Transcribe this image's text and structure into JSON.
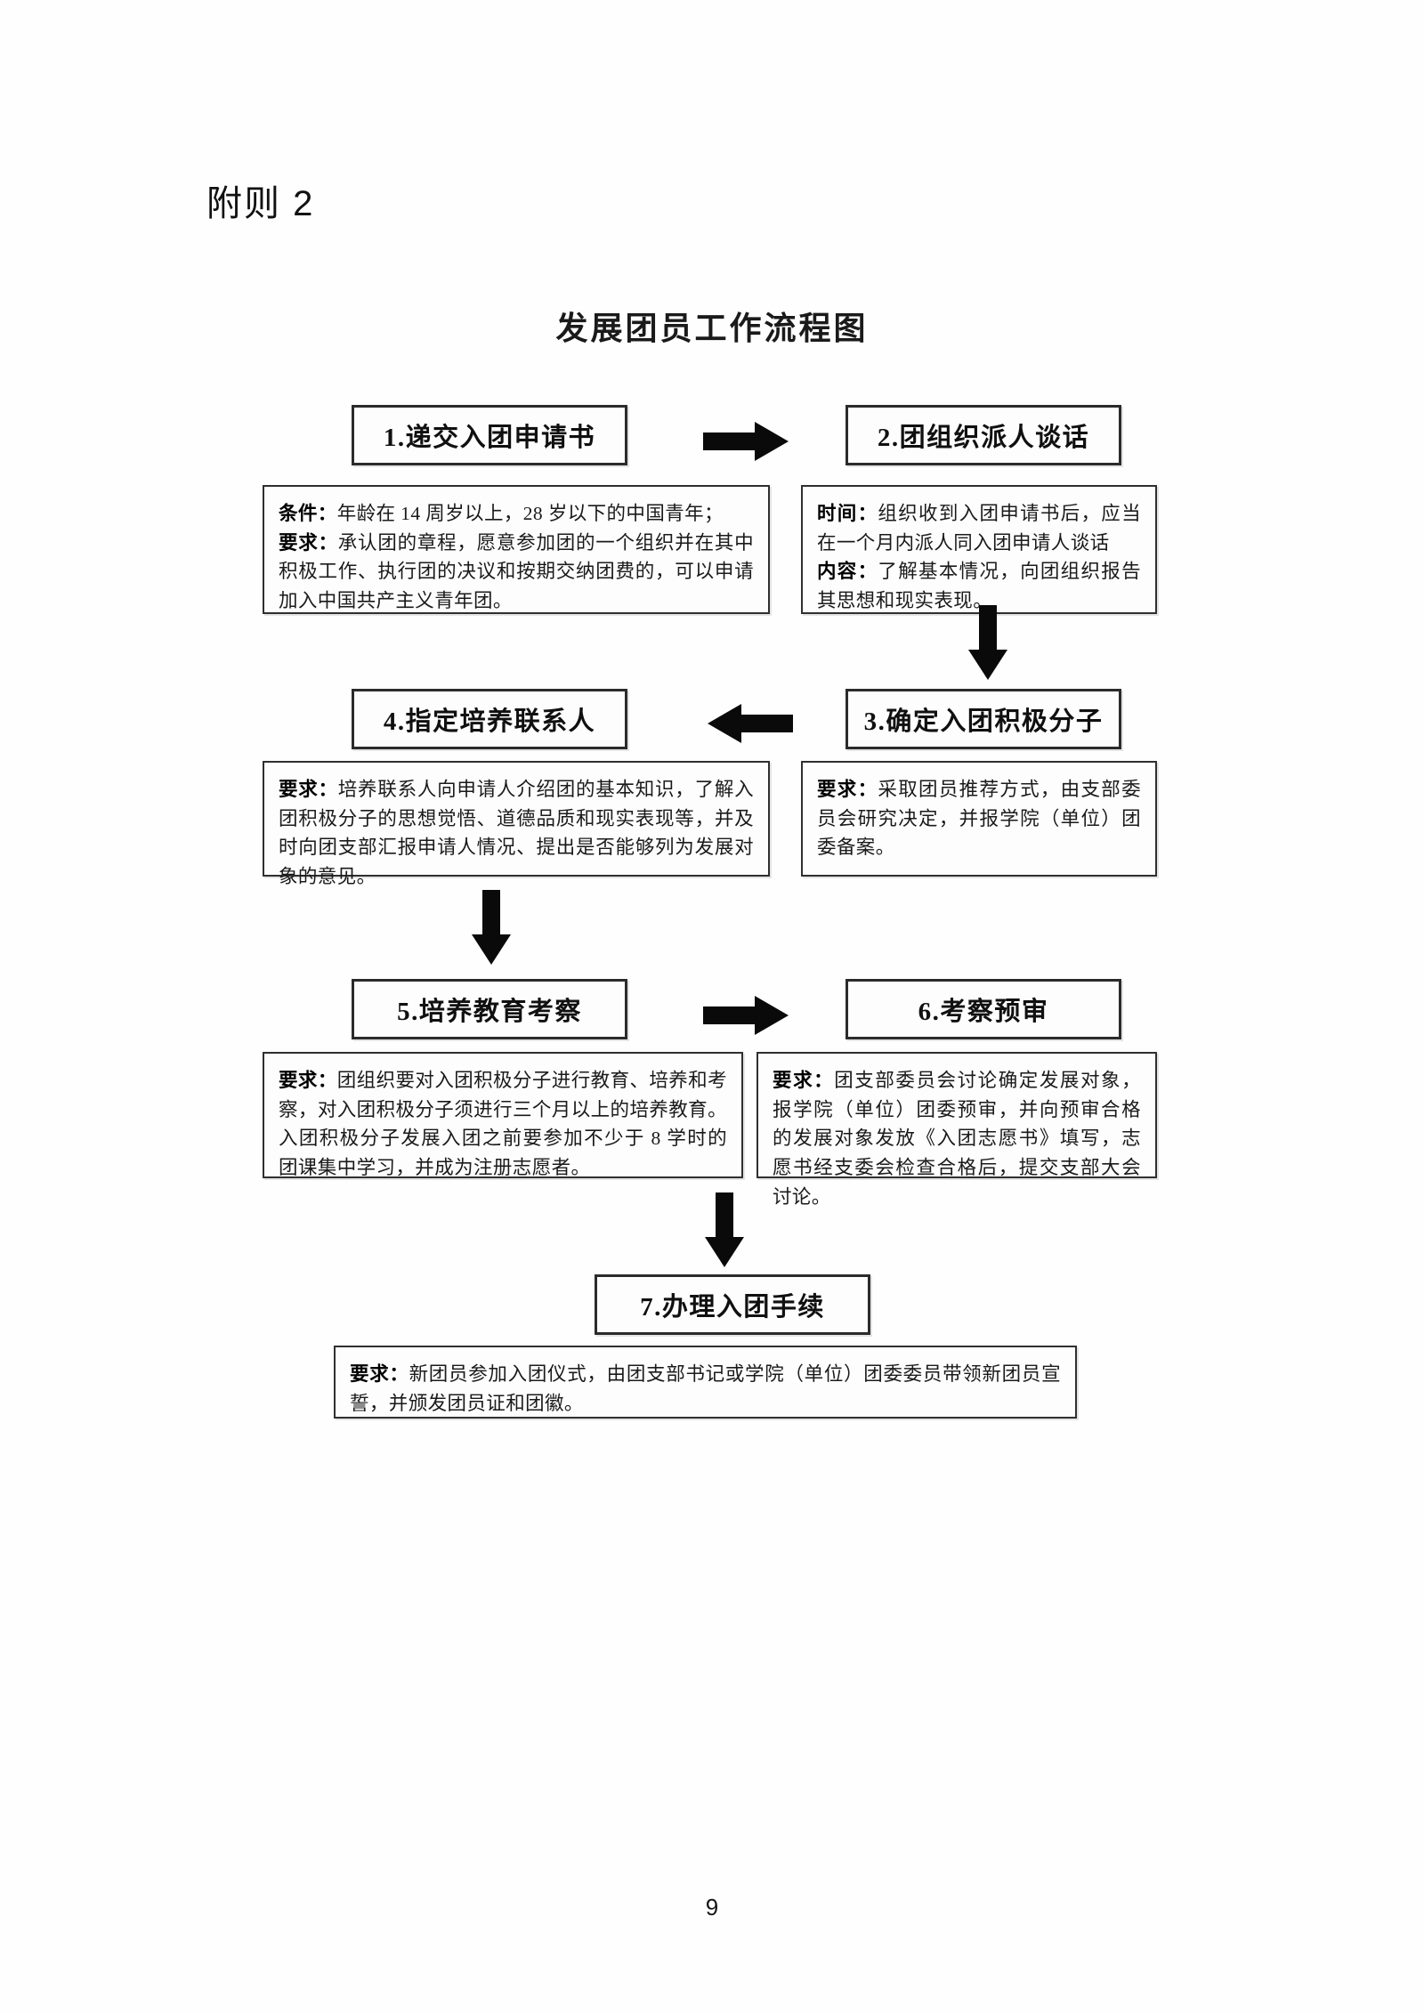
{
  "document": {
    "heading": "附则 2",
    "chart_title": "发展团员工作流程图",
    "page_number": "9"
  },
  "flow": {
    "nodes": [
      {
        "id": "step-1",
        "label": "1.递交入团申请书"
      },
      {
        "id": "step-2",
        "label": "2.团组织派人谈话"
      },
      {
        "id": "step-3",
        "label": "3.确定入团积极分子"
      },
      {
        "id": "step-4",
        "label": "4.指定培养联系人"
      },
      {
        "id": "step-5",
        "label": "5.培养教育考察"
      },
      {
        "id": "step-6",
        "label": "6.考察预审"
      },
      {
        "id": "step-7",
        "label": "7.办理入团手续"
      }
    ],
    "details": [
      {
        "id": "detail-1",
        "lines": [
          {
            "label": "条件：",
            "text": "年龄在 14 周岁以上，28 岁以下的中国青年；"
          },
          {
            "label": "要求：",
            "text": "承认团的章程，愿意参加团的一个组织并在其中积极工作、执行团的决议和按期交纳团费的，可以申请加入中国共产主义青年团。"
          }
        ]
      },
      {
        "id": "detail-2",
        "lines": [
          {
            "label": "时间：",
            "text": "组织收到入团申请书后，应当在一个月内派人同入团申请人谈话"
          },
          {
            "label": "内容：",
            "text": "了解基本情况，向团组织报告其思想和现实表现。"
          }
        ]
      },
      {
        "id": "detail-3",
        "lines": [
          {
            "label": "要求：",
            "text": "采取团员推荐方式，由支部委员会研究决定，并报学院（单位）团委备案。"
          }
        ]
      },
      {
        "id": "detail-4",
        "lines": [
          {
            "label": "要求：",
            "text": "培养联系人向申请人介绍团的基本知识，了解入团积极分子的思想觉悟、道德品质和现实表现等，并及时向团支部汇报申请人情况、提出是否能够列为发展对象的意见。"
          }
        ]
      },
      {
        "id": "detail-5",
        "lines": [
          {
            "label": "要求：",
            "text": "团组织要对入团积极分子进行教育、培养和考察，对入团积极分子须进行三个月以上的培养教育。入团积极分子发展入团之前要参加不少于 8 学时的团课集中学习，并成为注册志愿者。"
          }
        ]
      },
      {
        "id": "detail-6",
        "lines": [
          {
            "label": "要求：",
            "text": "团支部委员会讨论确定发展对象，报学院（单位）团委预审，并向预审合格的发展对象发放《入团志愿书》填写，志愿书经支委会检查合格后，提交支部大会讨论。"
          }
        ]
      },
      {
        "id": "detail-7",
        "lines": [
          {
            "label": "要求：",
            "text": "新团员参加入团仪式，由团支部书记或学院（单位）团委委员带领新团员宣誓，并颁发团员证和团徽。"
          }
        ]
      }
    ],
    "connectors": [
      {
        "id": "arrow-1-to-2",
        "direction": "right"
      },
      {
        "id": "arrow-2-to-3",
        "direction": "down"
      },
      {
        "id": "arrow-3-to-4",
        "direction": "left"
      },
      {
        "id": "arrow-4-to-5",
        "direction": "down"
      },
      {
        "id": "arrow-5-to-6",
        "direction": "right"
      },
      {
        "id": "arrow-6-to-7",
        "direction": "down"
      }
    ]
  },
  "colors": {
    "ink": "#101010",
    "border": "#2b2b2b",
    "paper": "#ffffff"
  }
}
